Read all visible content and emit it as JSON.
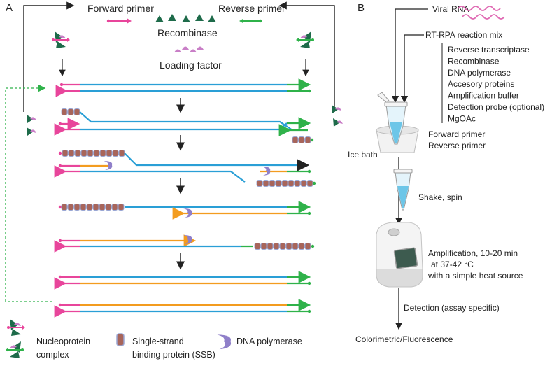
{
  "panel_a": {
    "label": "A",
    "forward_primer": "Forward primer",
    "reverse_primer": "Reverse primer",
    "recombinase": "Recombinase",
    "loading_factor": "Loading factor"
  },
  "legend": {
    "nucleoprotein_line1": "Nucleoprotein",
    "nucleoprotein_line2": "complex",
    "ssb_line1": "Single-strand",
    "ssb_line2": "binding protein (SSB)",
    "dna_polymerase": "DNA polymerase"
  },
  "panel_b": {
    "label": "B",
    "viral_rna": "Viral RNA",
    "reaction_mix": "RT-RPA reaction mix",
    "components": [
      "Reverse transcriptase",
      "Recombinase",
      "DNA polymerase",
      "Accesory proteins",
      "Amplification buffer",
      "Detection probe (optional)",
      "MgOAc"
    ],
    "ice_bath": "Ice bath",
    "forward_primer": "Forward primer",
    "reverse_primer": "Reverse primer",
    "shake_spin": "Shake, spin",
    "amp_line1": "Amplification, 10-20 min",
    "amp_line2": "at 37-42 °C",
    "amp_line3": "with a simple heat source",
    "detection": "Detection (assay specific)",
    "readout": "Colorimetric/Fluorescence"
  },
  "colors": {
    "forward": "#e8459b",
    "reverse": "#2fb24a",
    "template": "#2a9fd6",
    "new_strand": "#f39c1f",
    "ssb_fill": "#a8655a",
    "ssb_border": "#9aa7d4",
    "recombinase": "#1e6b4a",
    "loading": "#c97fc7",
    "polymerase": "#8f7fc9",
    "rna": "#e06cb4",
    "tube": "#6dc6e8"
  }
}
